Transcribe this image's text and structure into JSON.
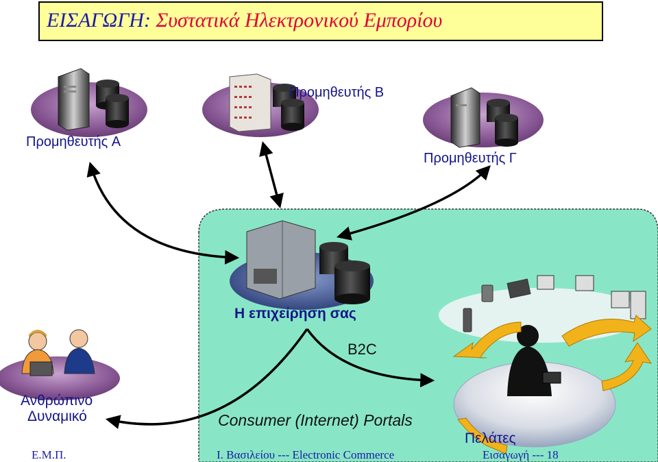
{
  "title": {
    "prefix": "ΕΙΣΑΓΩΓΗ:",
    "rest": "Συστατικά Ηλεκτρονικού Εμπορίου"
  },
  "nodes": {
    "supplier_a": "Προμηθευτής A",
    "supplier_b": "Προμηθευτής B",
    "supplier_c": "Προμηθευτής Γ",
    "business": "Η επιχείρηση σας",
    "human_resources_line1": "Ανθρώπινο",
    "human_resources_line2": "Δυναμικό",
    "customers": "Πελάτες"
  },
  "labels": {
    "b2c": "B2C",
    "portals": "Consumer (Internet) Portals"
  },
  "footer": {
    "left": "Ε.Μ.Π.",
    "center": "Ι. Βασιλείου --- Electronic Commerce",
    "right": "Εισαγωγή  ---  18"
  },
  "colors": {
    "title_bg": "#ffff99",
    "title_prefix": "#1a1aa6",
    "title_rest": "#e0003a",
    "region_fill": "#88e6c6",
    "node_disc": "#8a5a96",
    "label_text": "#14148a",
    "arrow_gold": "#f2b21a"
  }
}
